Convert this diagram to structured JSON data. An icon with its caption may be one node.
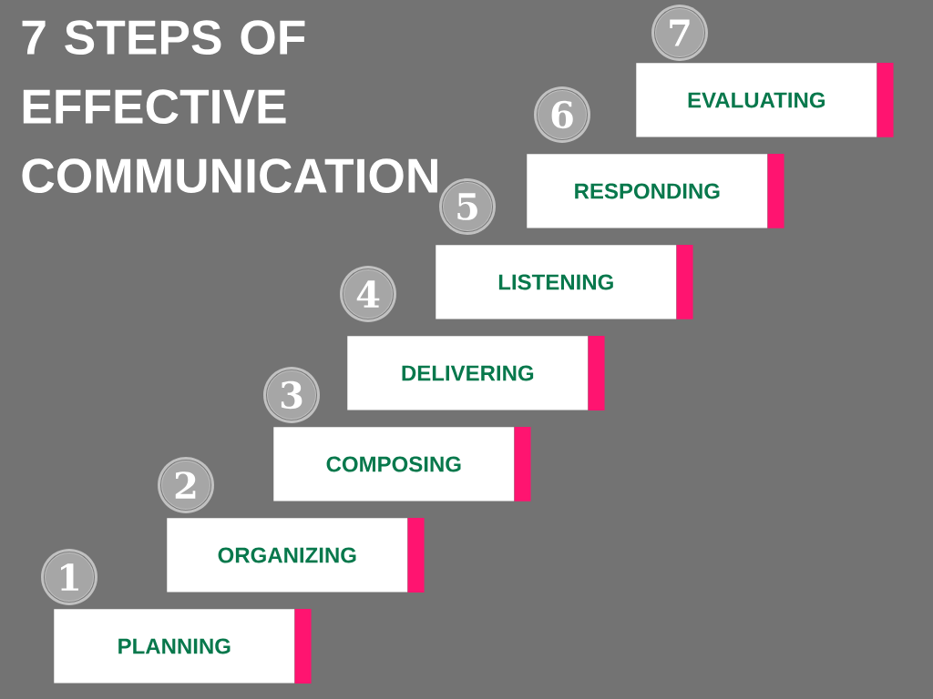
{
  "diagram": {
    "title": "7 STEPS OF EFFECTIVE COMMUNICATION",
    "nodes": [
      {
        "text": [
          "1"
        ]
      },
      {
        "text": [
          "PLANNING"
        ]
      },
      {
        "text": [
          "2"
        ]
      },
      {
        "text": [
          "ORGANIZING"
        ]
      },
      {
        "text": [
          "3"
        ]
      },
      {
        "text": [
          "COMPOSING"
        ]
      },
      {
        "text": [
          "4"
        ]
      },
      {
        "text": [
          "DELIVERING"
        ]
      },
      {
        "text": [
          "5"
        ]
      },
      {
        "text": [
          "LISTENING"
        ]
      },
      {
        "text": [
          "6"
        ]
      },
      {
        "text": [
          "RESPONDING"
        ]
      },
      {
        "text": [
          "7"
        ]
      },
      {
        "text": [
          "EVALUATING"
        ]
      }
    ]
  }
}
